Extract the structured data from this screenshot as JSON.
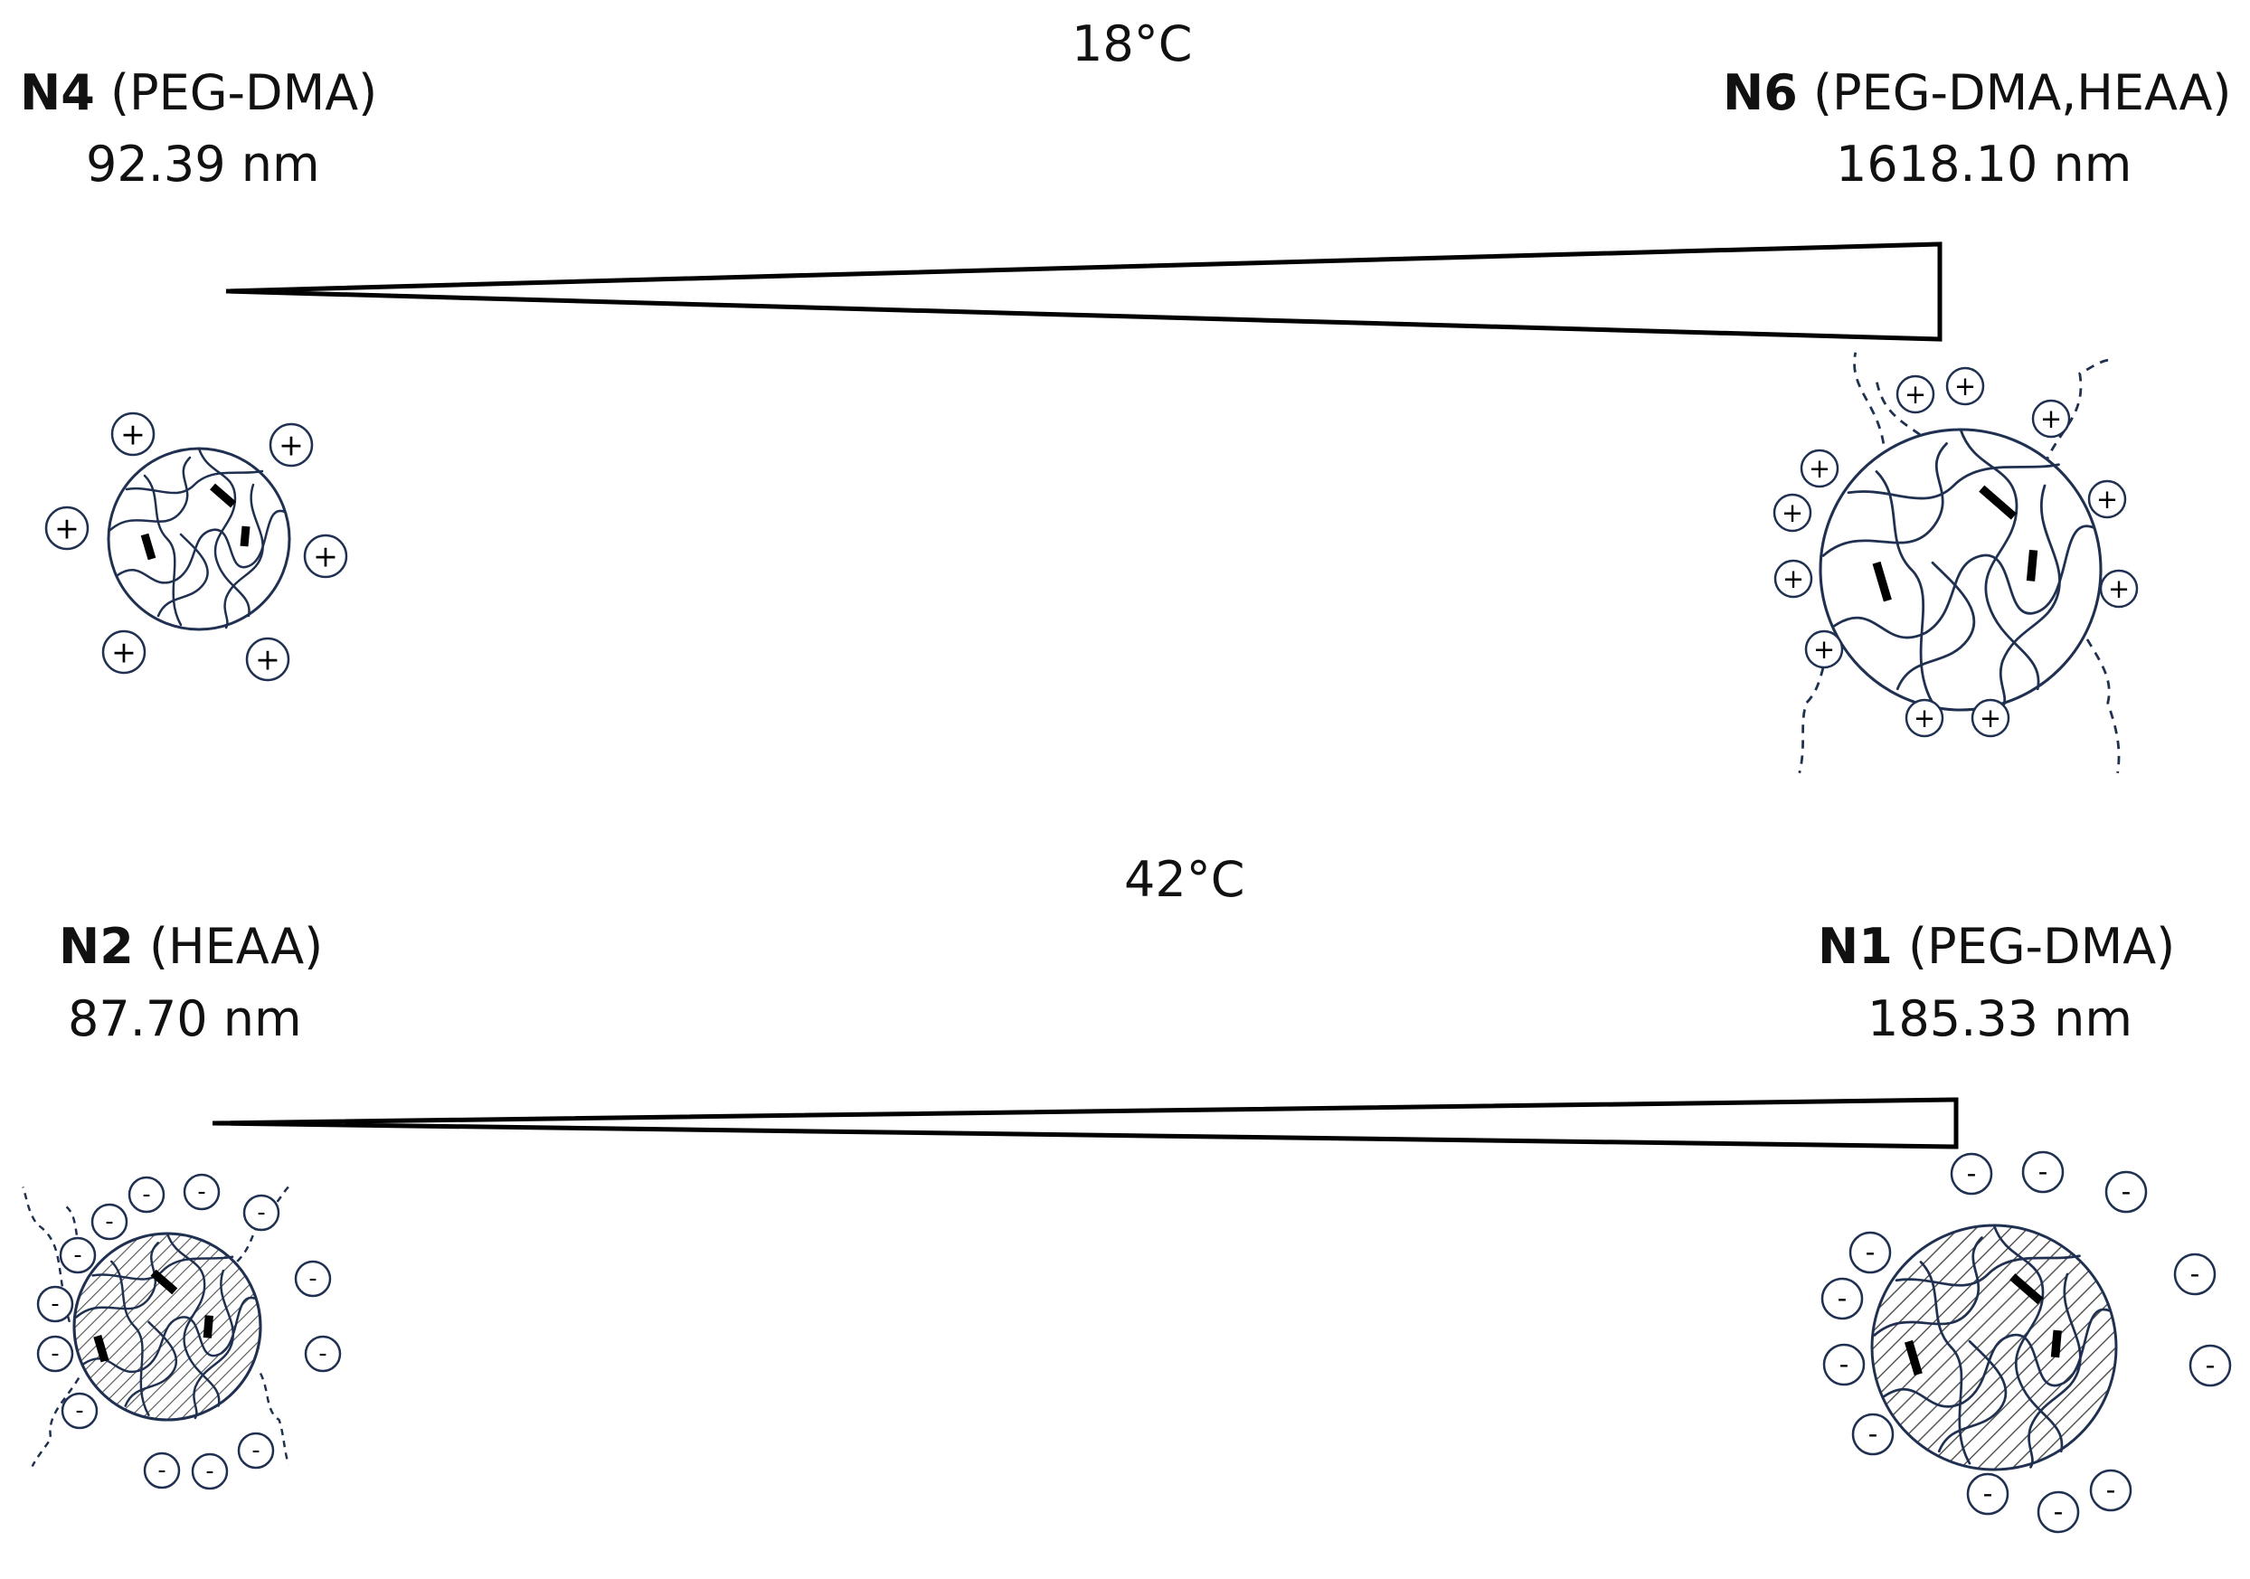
{
  "panels": [
    {
      "temperature": "18°C",
      "left": {
        "code": "N4",
        "composition": "(PEG-DMA)",
        "size": "92.39 nm"
      },
      "right": {
        "code": "N6",
        "composition": "(PEG-DMA,HEAA)",
        "size": "1618.10 nm"
      }
    },
    {
      "temperature": "42°C",
      "left": {
        "code": "N2",
        "composition": "(HEAA)",
        "size": "87.70 nm"
      },
      "right": {
        "code": "N1",
        "composition": "(PEG-DMA)",
        "size": "185.33 nm"
      }
    }
  ],
  "symbols": {
    "positive": "+",
    "negative": "-"
  },
  "colors": {
    "outline": "#1f3050",
    "stroke": "#000000",
    "hatch": "#555555"
  }
}
